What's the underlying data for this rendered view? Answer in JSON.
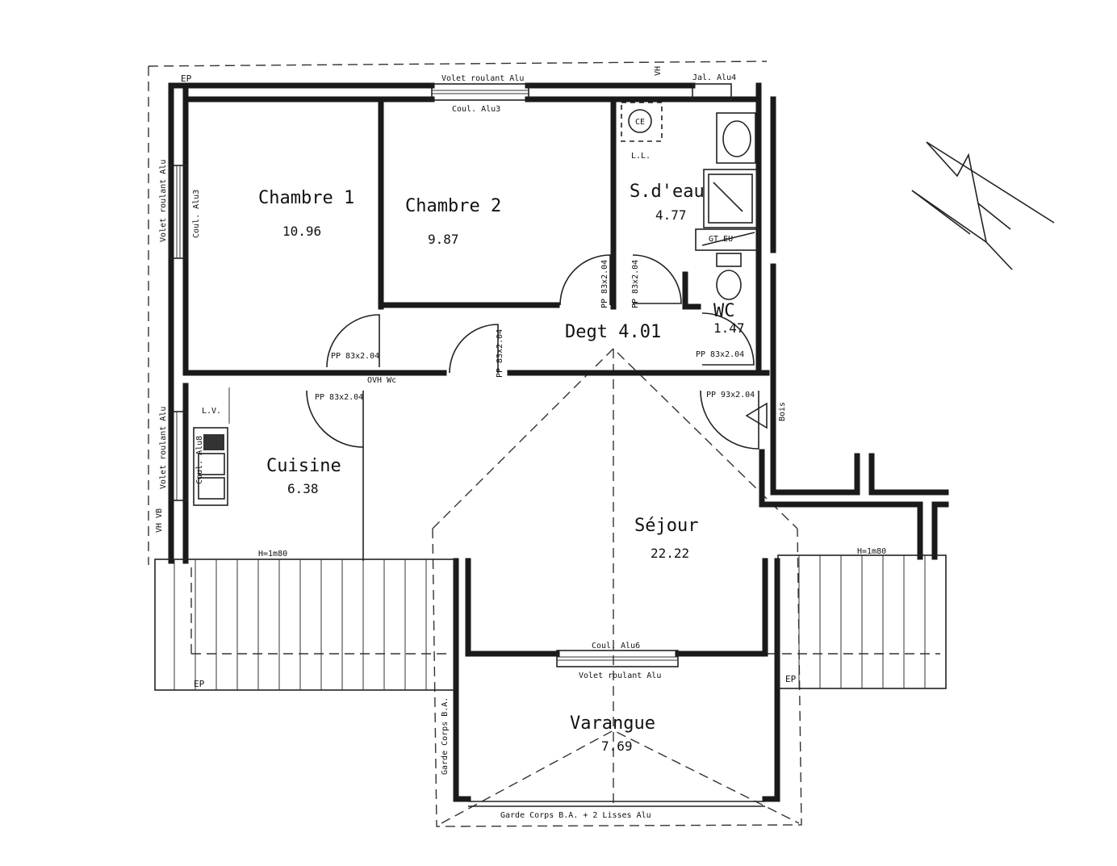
{
  "rooms": {
    "chambre1": {
      "name": "Chambre 1",
      "area": "10.96"
    },
    "chambre2": {
      "name": "Chambre 2",
      "area": "9.87"
    },
    "sdeau": {
      "name": "S.d'eau",
      "area": "4.77"
    },
    "wc": {
      "name": "WC",
      "area": "1.47"
    },
    "degt": {
      "name": "Degt 4.01"
    },
    "cuisine": {
      "name": "Cuisine",
      "area": "6.38"
    },
    "sejour": {
      "name": "Séjour",
      "area": "22.22"
    },
    "varangue": {
      "name": "Varangue",
      "area": "7.69"
    }
  },
  "labels": {
    "ep_top": "EP",
    "ep_bottom_left": "EP",
    "ep_bottom_right": "EP",
    "volet_top": "Volet roulant Alu",
    "coul_alu3_top": "Coul. Alu3",
    "vh": "VH",
    "jal_alu4": "Jal. Alu4",
    "volet_left_top": "Volet roulant Alu",
    "coul_alu3_left": "Coul. Alu3",
    "ce": "CE",
    "ll": "L.L.",
    "gt_eu": "GT EU",
    "pp_sdeau": "PP 83x2.04",
    "pp_ch2": "PP 83x2.04",
    "pp_ch1": "PP 83x2.04",
    "pp_degt": "PP 83x2.04",
    "pp_wc": "PP 83x2.04",
    "ovh_wc": "OVH Wc",
    "pp_cuisine": "PP 83x2.04",
    "pp_entry": "PP 93x2.04",
    "bois": "Bois",
    "lv": "L.V.",
    "volet_left_bottom": "Volet roulant Alu",
    "coul_alu8": "Coul. Alu8",
    "vh_vb": "VH VB",
    "h_left": "H=1m80",
    "h_right": "H=1m80",
    "coul_alu6": "Coul. Alu6",
    "volet_bottom": "Volet roulant Alu",
    "garde_corps_side": "Garde Corps B.A.",
    "garde_corps_bottom": "Garde Corps B.A. + 2 Lisses Alu"
  },
  "north_arrow": {
    "icon": "north-arrow-icon"
  }
}
